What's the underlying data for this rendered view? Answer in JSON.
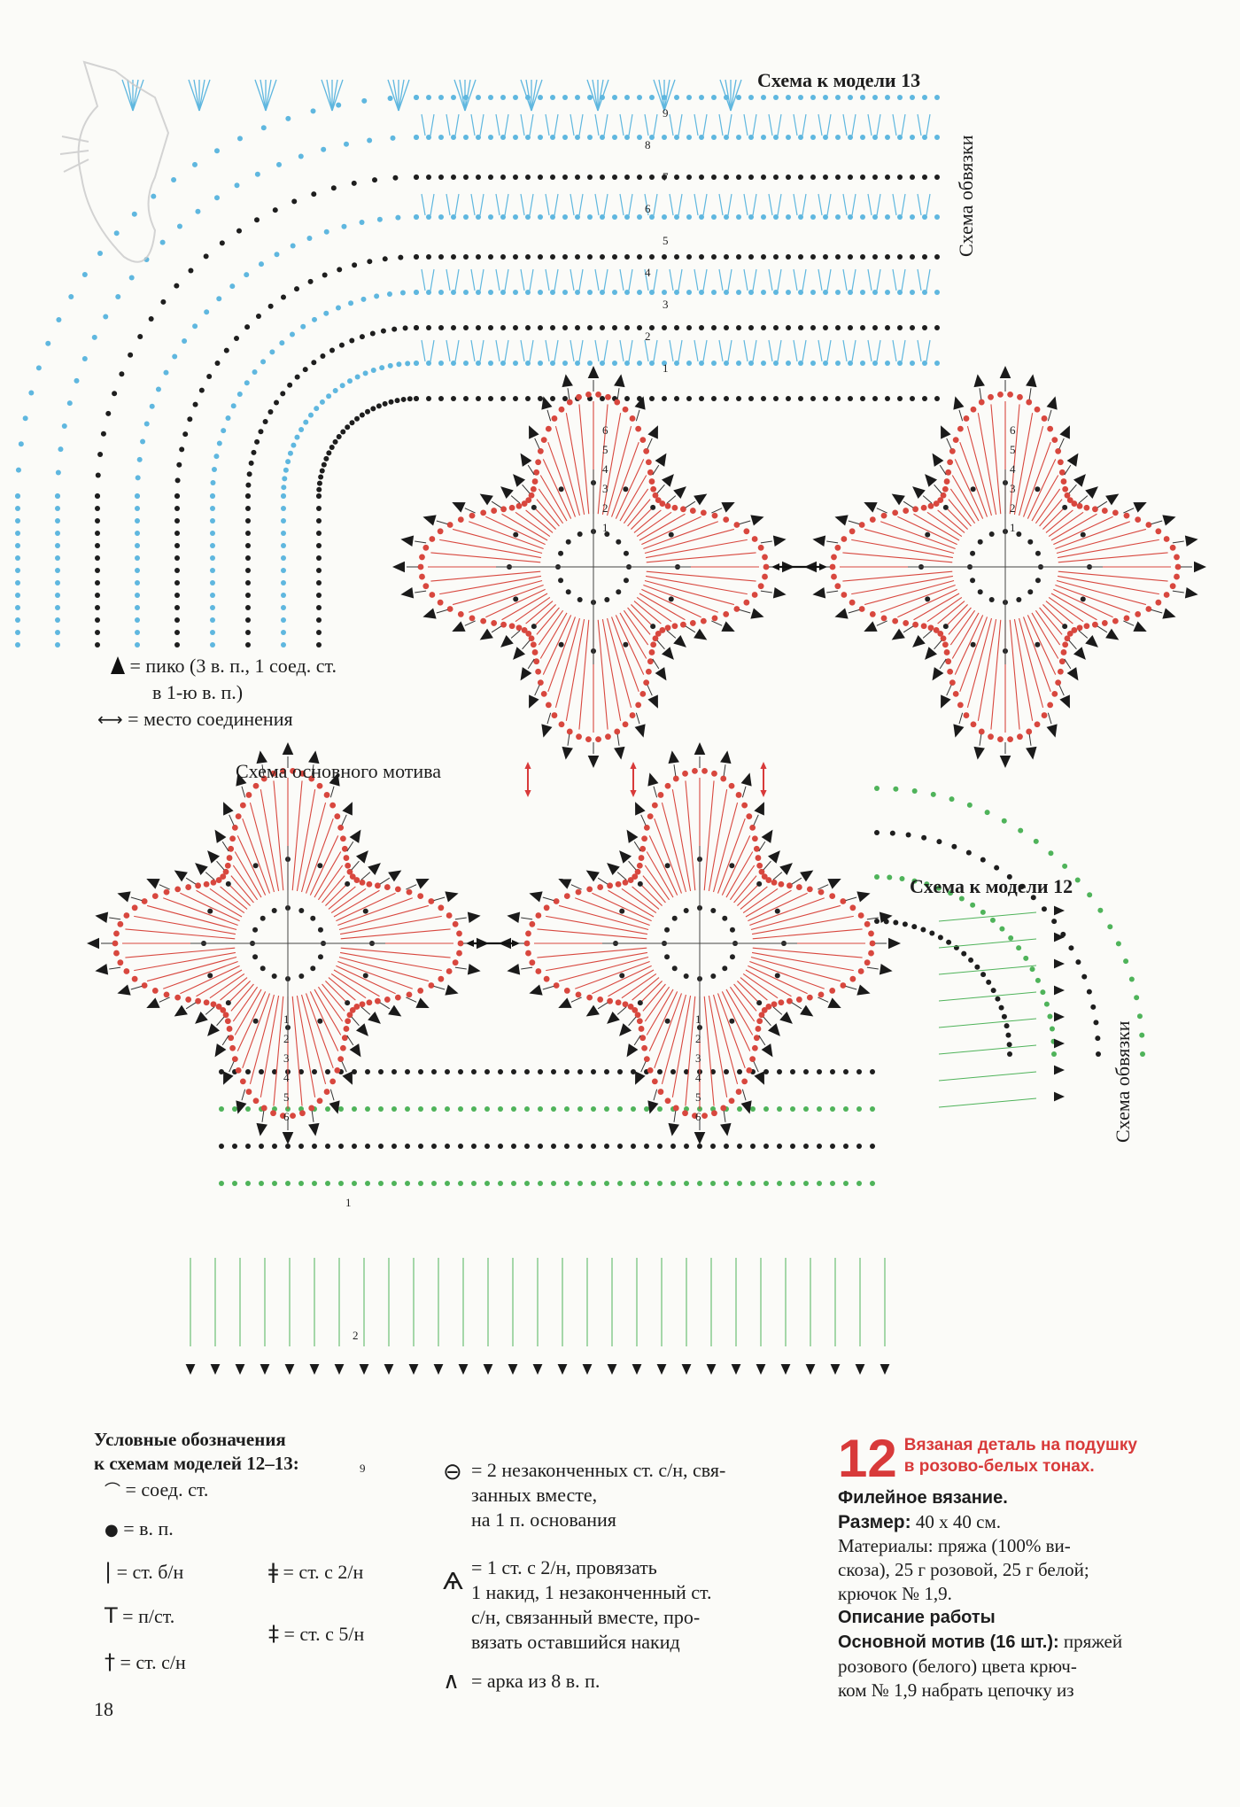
{
  "schemes": {
    "model13_title": "Схема к модели 13",
    "model12_title": "Схема к модели 12",
    "edging_label": "Схема обвязки",
    "main_motif_label": "Схема основного мотива"
  },
  "diagram_legend": {
    "pico": "= пико (3 в. п., 1 соед. ст.",
    "pico_cont": "в 1-ю в. п.)",
    "join": "= место соединения"
  },
  "row_numbers": {
    "edging13": [
      "1",
      "2",
      "3",
      "4",
      "5",
      "6",
      "7",
      "8",
      "9"
    ],
    "motif": [
      "1",
      "2",
      "3",
      "4",
      "5",
      "6"
    ],
    "edging12": [
      "1",
      "2",
      "9"
    ]
  },
  "symbols_legend": {
    "title_line1": "Условные обозначения",
    "title_line2": "к схемам моделей 12–13:",
    "items": [
      "= соед. ст.",
      "= в. п.",
      "= ст. б/н",
      "= ст. с 2/н",
      "= п/ст.",
      "= ст. с 5/н",
      "= ст. с/н"
    ],
    "complex": [
      "= 2 незаконченных ст. с/н, свя-",
      "занных вместе,",
      "на 1 п. основания",
      "= 1 ст. с 2/н, провязать",
      "1 накид, 1 незаконченный ст.",
      "с/н, связанный вместе, про-",
      "вязать оставшийся накид",
      "= арка из 8 в. п."
    ]
  },
  "model": {
    "number": "12",
    "title_line1": "Вязаная деталь на подушку",
    "title_line2": "в розово-белых тонах.",
    "technique": "Филейное вязание.",
    "size_label": "Размер:",
    "size_value": "40 x 40 см.",
    "materials": [
      "Материалы: пряжа (100% ви-",
      "скоза), 25 г розовой, 25 г белой;",
      "крючок № 1,9."
    ],
    "work_heading": "Описание работы",
    "motif_heading": "Основной мотив (16 шт.):",
    "motif_text": [
      " пряжей",
      "розового (белого) цвета крюч-",
      "ком № 1,9 набрать цепочку из"
    ]
  },
  "page_number": "18",
  "colors": {
    "motif": "#d8473e",
    "edging13": "#5fb7df",
    "edging12": "#4fb35a",
    "dark": "#1e1e1e",
    "accent": "#d83a3a"
  }
}
